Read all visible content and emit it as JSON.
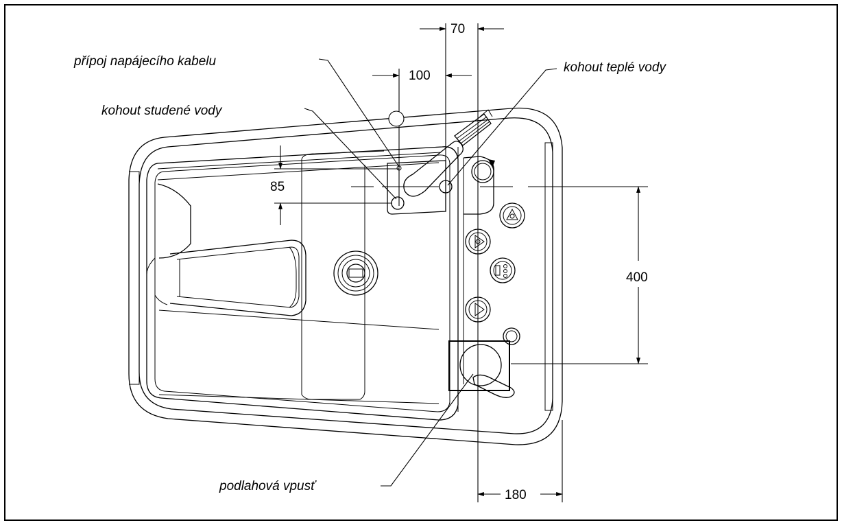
{
  "labels": {
    "power_cable": "přípoj napájecího kabelu",
    "cold_tap": "kohout studené vody",
    "hot_tap": "kohout teplé vody",
    "floor_drain": "podlahová vpusť"
  },
  "dimensions": {
    "d70": "70",
    "d100": "100",
    "d85": "85",
    "d400": "400",
    "d180": "180"
  },
  "colors": {
    "line": "#000000",
    "background": "#ffffff"
  }
}
